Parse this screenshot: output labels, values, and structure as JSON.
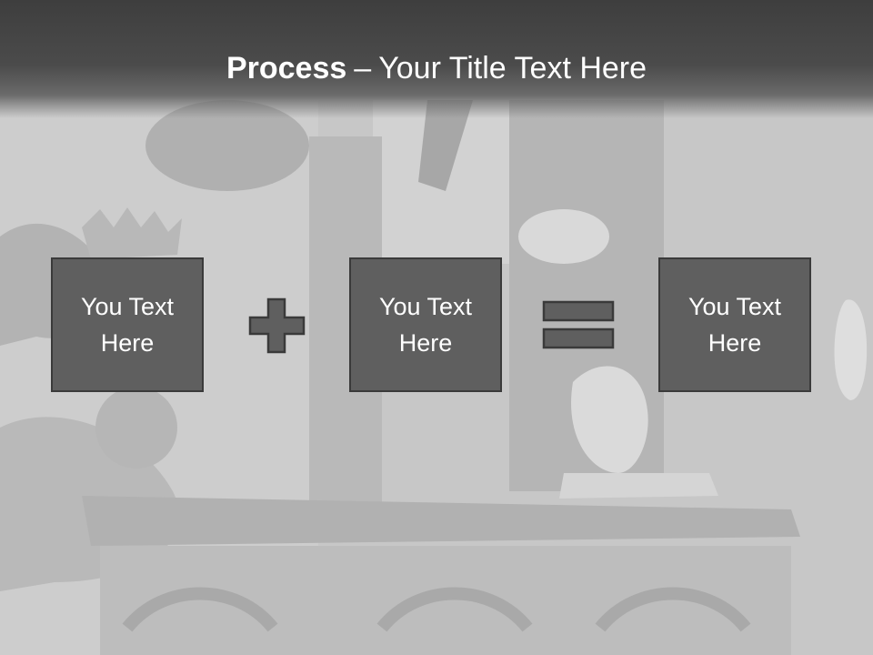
{
  "slide": {
    "title_bold": "Process",
    "title_sep": "–",
    "title_rest": "Your Title Text Here"
  },
  "boxes": [
    {
      "text": "You Text Here"
    },
    {
      "text": "You Text Here"
    },
    {
      "text": "You Text Here"
    }
  ],
  "operators": [
    "plus-icon",
    "equals-icon"
  ],
  "colors": {
    "title_band": "#444444",
    "box_fill": "#5f5f5f",
    "box_border": "#3a3a3a",
    "background": "#c9c9c9"
  }
}
